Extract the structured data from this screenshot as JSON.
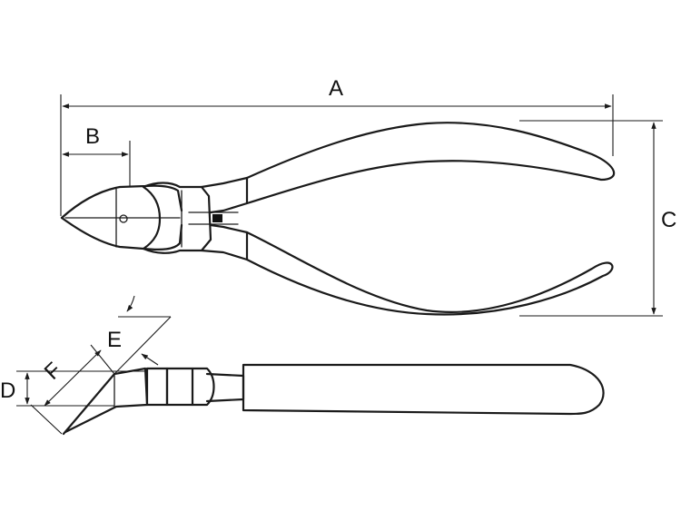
{
  "labels": {
    "A": "A",
    "B": "B",
    "C": "C",
    "D": "D",
    "E": "E",
    "F": "F"
  },
  "colors": {
    "line": "#1a1a1a",
    "background": "#ffffff"
  }
}
